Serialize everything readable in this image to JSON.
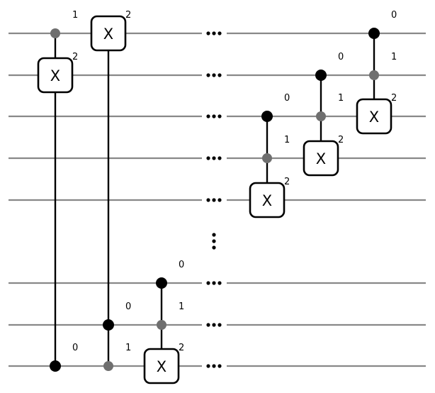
{
  "gate_label": "X",
  "qubit_indices": {
    "zero": "0",
    "one": "1",
    "two": "2"
  },
  "colors": {
    "wire": "#888888",
    "control_line": "#000000",
    "control_dot_primary": "#000000",
    "control_dot_secondary": "#6f6f6f",
    "gate_border": "#000000",
    "background": "#ffffff"
  },
  "diagram": {
    "wire_count": 8,
    "gates": [
      {
        "id": "g1",
        "target_wire": 1,
        "controls": [
          {
            "wire": 0,
            "kind": "secondary",
            "index": "1"
          },
          {
            "wire": 7,
            "kind": "primary",
            "index": "0"
          }
        ],
        "target_index": "2"
      },
      {
        "id": "g2",
        "target_wire": 0,
        "controls": [
          {
            "wire": 6,
            "kind": "primary",
            "index": "0"
          },
          {
            "wire": 7,
            "kind": "secondary",
            "index": "1"
          }
        ],
        "target_index": "2"
      },
      {
        "id": "g3",
        "target_wire": 7,
        "controls": [
          {
            "wire": 5,
            "kind": "primary",
            "index": "0"
          },
          {
            "wire": 6,
            "kind": "secondary",
            "index": "1"
          }
        ],
        "target_index": "2"
      },
      {
        "id": "g4",
        "target_wire": 4,
        "controls": [
          {
            "wire": 2,
            "kind": "primary",
            "index": "0"
          },
          {
            "wire": 3,
            "kind": "secondary",
            "index": "1"
          }
        ],
        "target_index": "2"
      },
      {
        "id": "g5",
        "target_wire": 3,
        "controls": [
          {
            "wire": 1,
            "kind": "primary",
            "index": "0"
          },
          {
            "wire": 2,
            "kind": "secondary",
            "index": "1"
          }
        ],
        "target_index": "2"
      },
      {
        "id": "g6",
        "target_wire": 2,
        "controls": [
          {
            "wire": 0,
            "kind": "primary",
            "index": "0"
          },
          {
            "wire": 1,
            "kind": "secondary",
            "index": "1"
          }
        ],
        "target_index": "2"
      }
    ]
  }
}
